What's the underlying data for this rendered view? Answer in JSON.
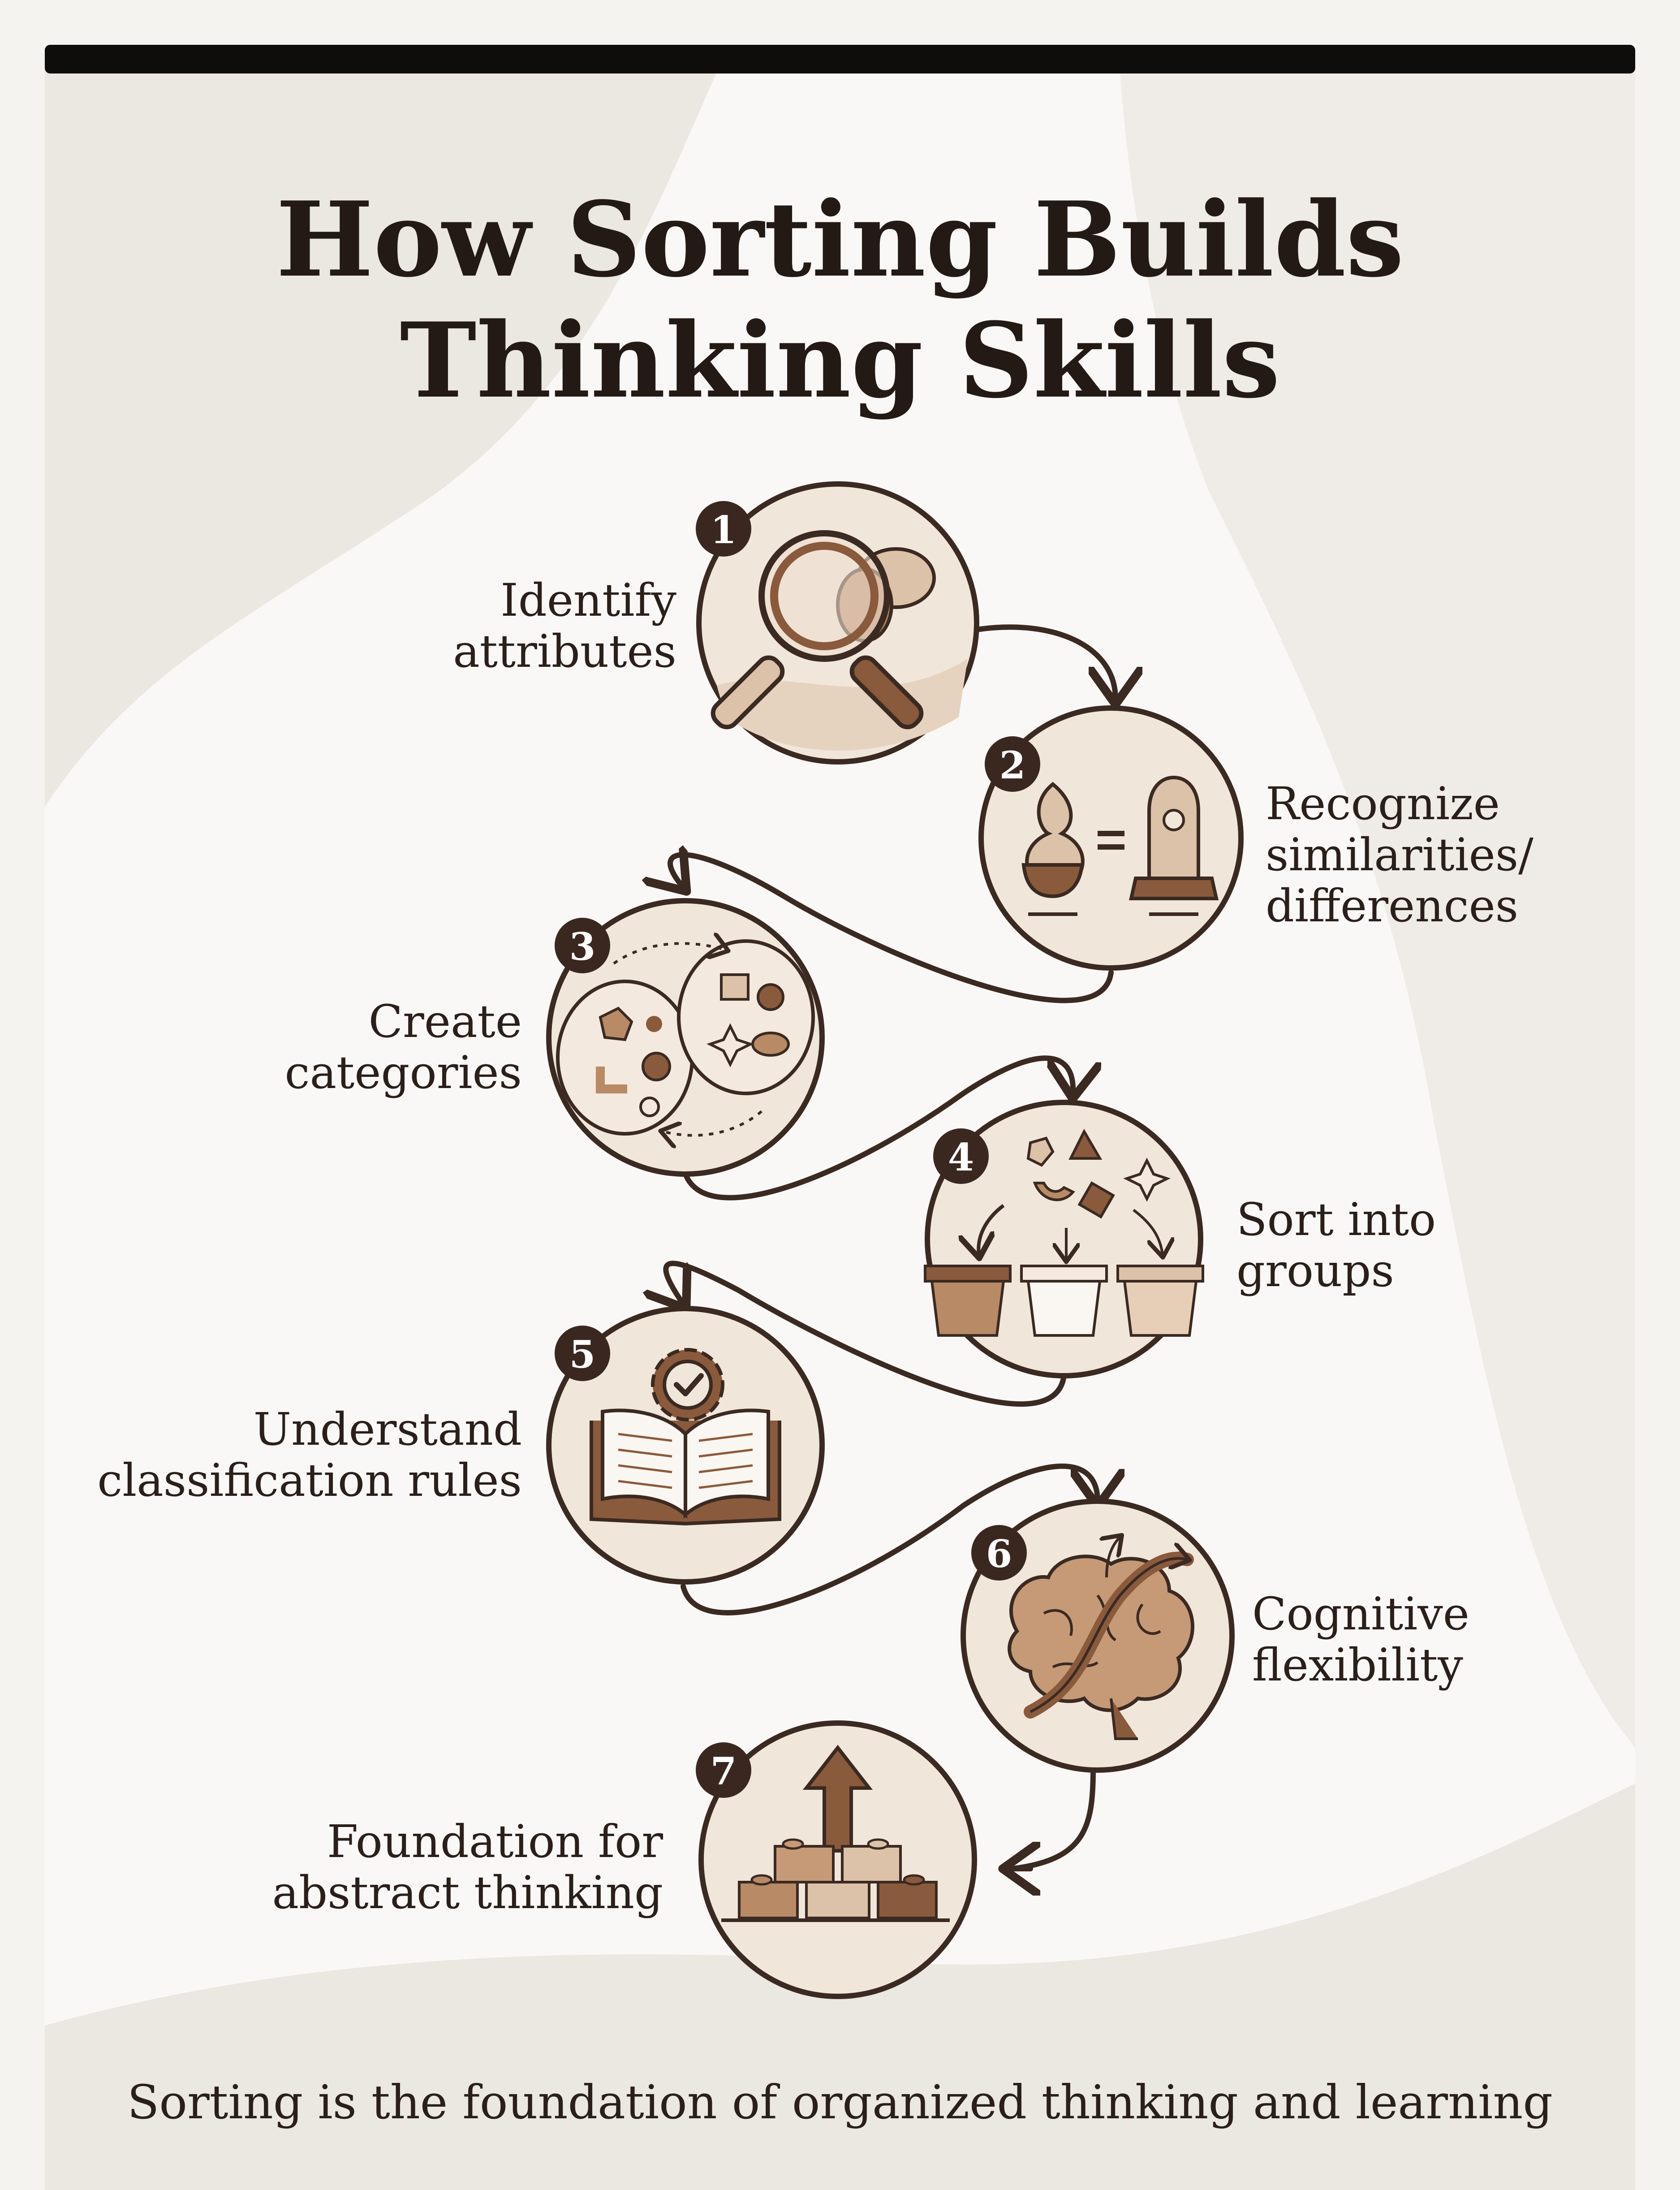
{
  "title": {
    "line1": "How Sorting Builds",
    "line2": "Thinking Skills"
  },
  "steps": [
    {
      "number": "1",
      "label_lines": [
        "Identify",
        "attributes"
      ],
      "icon": "magnifying-glass-icon"
    },
    {
      "number": "2",
      "label_lines": [
        "Recognize",
        "similarities/",
        "differences"
      ],
      "icon": "compare-equals-icon"
    },
    {
      "number": "3",
      "label_lines": [
        "Create",
        "categories"
      ],
      "icon": "category-groups-icon"
    },
    {
      "number": "4",
      "label_lines": [
        "Sort into",
        "groups"
      ],
      "icon": "sort-bins-icon"
    },
    {
      "number": "5",
      "label_lines": [
        "Understand",
        "classification rules"
      ],
      "icon": "book-gear-icon"
    },
    {
      "number": "6",
      "label_lines": [
        "Cognitive",
        "flexibility"
      ],
      "icon": "brain-arrows-icon"
    },
    {
      "number": "7",
      "label_lines": [
        "Foundation for",
        "abstract thinking"
      ],
      "icon": "blocks-arrow-icon"
    }
  ],
  "footer": "Sorting is the foundation of organized thinking and learning",
  "colors": {
    "outline": "#3b2a22",
    "circle_fill": "#f1e6da",
    "accent_dark": "#8a5a3c",
    "accent_mid": "#b88a66",
    "accent_light": "#dcc2a8",
    "badge": "#3a2820",
    "background": "#f5f3f0",
    "blob": "#e9e5df"
  }
}
